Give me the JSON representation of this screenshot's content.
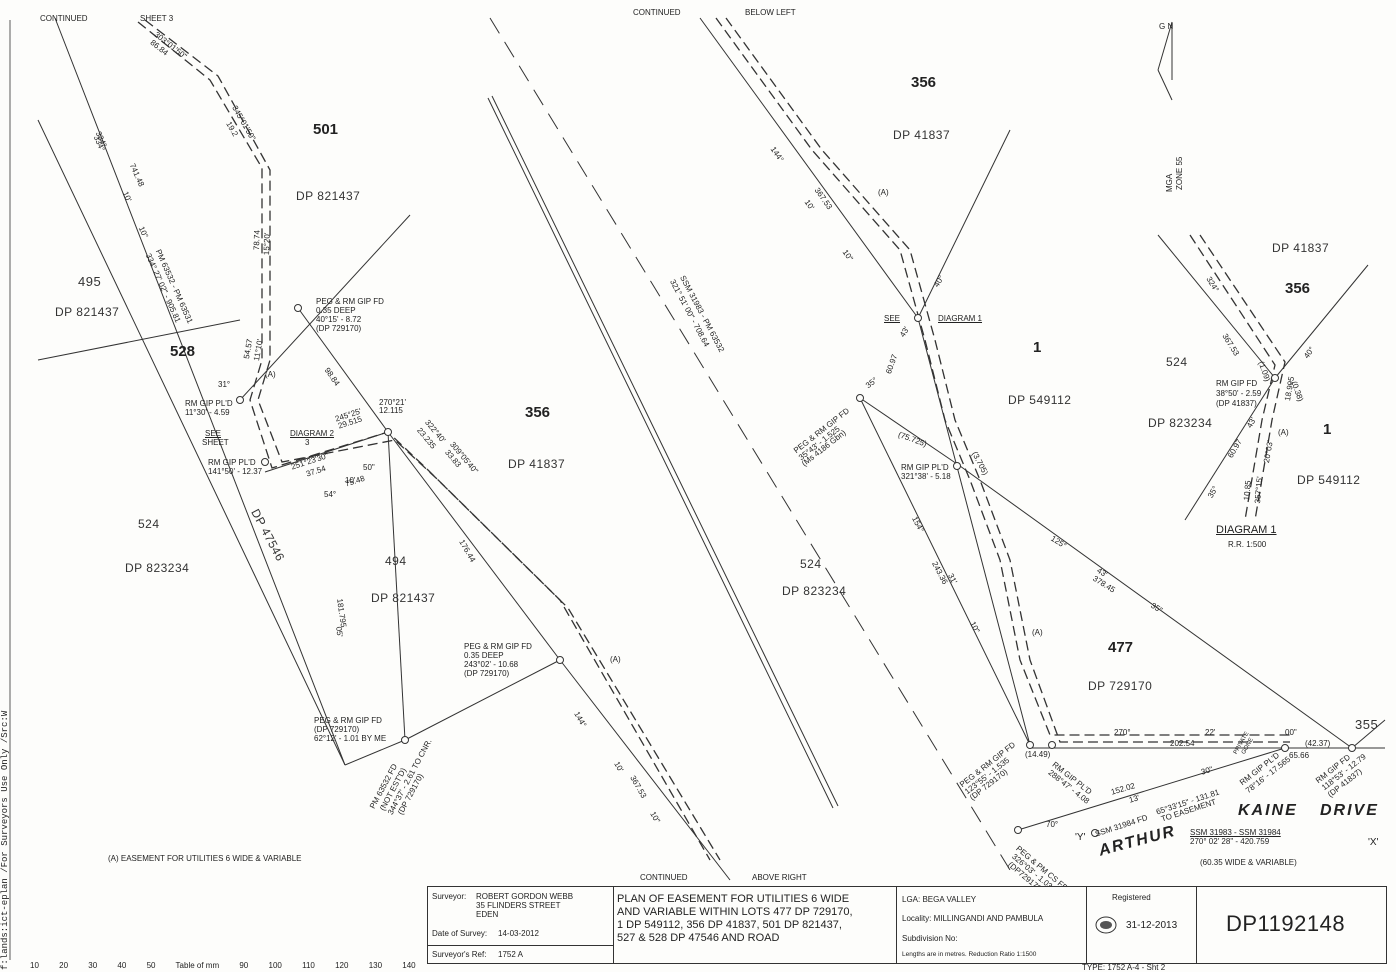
{
  "header": {
    "continued_top_left": "CONTINUED",
    "sheet3": "SHEET 3",
    "continued_top_mid": "CONTINUED",
    "below_left": "BELOW LEFT",
    "continued_bottom": "CONTINUED",
    "above_right": "ABOVE RIGHT"
  },
  "lots": {
    "l501": "501",
    "l501_dp": "DP 821437",
    "l495": "495",
    "l495_dp": "DP 821437",
    "l528": "528",
    "l524a": "524",
    "l524a_dp": "DP 823234",
    "l47546": "DP 47546",
    "l494": "494",
    "l494_dp": "DP 821437",
    "l356a": "356",
    "l356a_dp": "DP 41837",
    "l524b": "524",
    "l524b_dp": "DP 823234",
    "l356b": "356",
    "l356b_dp": "DP 41837",
    "l1": "1",
    "l1_dp": "DP 549112",
    "l477": "477",
    "l477_dp": "DP 729170",
    "l355": "355",
    "d_41837": "DP 41837",
    "d_356": "356",
    "d_524": "524",
    "d_823234": "DP 823234",
    "d_1": "1",
    "d_549112": "DP 549112"
  },
  "roads": {
    "kaine": "KAINE",
    "drive": "DRIVE",
    "arthur": "ARTHUR"
  },
  "marks": {
    "peg1": "PEG & RM GIP FD",
    "peg1b": "0.35 DEEP",
    "peg1c": "40°15' - 8.72",
    "peg1d": "(DP 729170)",
    "rm1": "RM GIP PL'D",
    "rm1b": "11°30' - 4.59",
    "rm2": "RM GIP PL'D",
    "rm2b": "141°50' - 12.37",
    "see_sheet": "SEE",
    "see_sheet2": "SHEET",
    "diag2": "DIAGRAM 2",
    "diag2b": "3",
    "peg2": "PEG & RM GIP FD",
    "peg2b": "0.35 DEEP",
    "peg2c": "243°02' - 10.68",
    "peg2d": "(DP 729170)",
    "peg3": "PEG & RM GIP FD",
    "peg3b": "(DP 729170)",
    "peg3c": "62°12' - 1.01 BY ME",
    "pm": "PM 63532 FD",
    "pm2": "(NOT EST'D)",
    "pm3": "344°37' - 2.61 TO CNR.",
    "pm4": "(DP 729170)",
    "peg4": "PEG & RM GIP FD",
    "peg4b": "35°43' - 1.525",
    "peg4c": "(Ms 4186 Gbn)",
    "see": "SEE",
    "diag1": "DIAGRAM 1",
    "rm3": "RM GIP PL'D",
    "rm3b": "321°38' - 5.18",
    "peg5": "PEG & RM GIP FD",
    "peg5b": "123°55' - 1.535",
    "peg5c": "(DP 729170)",
    "rm4": "RM GIP PL'D",
    "rm4b": "288°47' - 4.08",
    "rm5": "RM GIP PL'D",
    "rm5b": "78°16' - 17.565",
    "rm6": "RM GIP FD",
    "rm6b": "118°53' - 12.79",
    "rm6c": "(DP 41837)",
    "ssm": "SSM 31984 FD",
    "to_ease": "65°33'15\" - 131.81",
    "to_ease2": "TO EASEMENT",
    "pegcs": "PEG & PM CS FD",
    "pegcs2": "326°03' - 1.03",
    "pegcs3": "(DP729170)",
    "ssm_line": "SSM 31983 - SSM 31984",
    "ssm_line2": "270° 02' 28\" - 420.759",
    "road_width": "(60.35 WIDE & VARIABLE)",
    "x": "'X'",
    "y": "'Y'",
    "d_rm": "RM GIP FD",
    "d_rm2": "38°50' - 2.59",
    "d_rm3": "(DP 41837)",
    "diag1_title": "DIAGRAM 1",
    "diag1_rr": "R.R. 1:500",
    "ssm_diag": "SSM 31983 - PM 63532",
    "ssm_diag2": "321° 51' 00\" - 708.64",
    "pm_left": "PM 63532 - PM 63531",
    "pm_left2": "334° 27' 02\" - 905.81",
    "d_741": "334°",
    "d_741b": "741.48",
    "mga": "MGA",
    "zone": "ZONE 55",
    "gn": "G N",
    "easement": "(A)  EASEMENT FOR UTILITIES 6 WIDE & VARIABLE"
  },
  "dims": {
    "d1": "303°01'50\"",
    "d1b": "86.84",
    "d2": "345°01'50\"",
    "d2b": "19.2",
    "d3": "78.74",
    "d3b": "15°20'",
    "d4": "54.57",
    "d4b": "11°10'",
    "d5": "98.84",
    "d6": "270°21'",
    "d6b": "12.115",
    "d7": "245°25'",
    "d7b": "29.515",
    "d8": "251°23'30\"",
    "d8b": "37.54",
    "d9": "75.48",
    "d9b": "10'",
    "d10": "50\"",
    "d11": "54°",
    "d12": "31°",
    "d13": "322°40'",
    "d13b": "23.235",
    "d14": "309°05'40\"",
    "d14b": "33.83",
    "d15": "176.44",
    "d16": "181.795",
    "d17": "05'",
    "d18": "144°",
    "d19": "10'",
    "d20": "367.53",
    "d21": "10\"",
    "d22": "35°",
    "d23": "60.97",
    "d24": "(75.725)",
    "d25": "(3.705)",
    "d26": "154°",
    "d27": "243.36",
    "d28": "31'",
    "d29": "10\"",
    "d30": "125°",
    "d31": "43'",
    "d32": "378.45",
    "d33": "35\"",
    "d34": "270°",
    "d35": "22'",
    "d36": "00\"",
    "d37": "202.54",
    "d38": "(42.37)",
    "d39": "65.66",
    "d40": "(14.49)",
    "d41": "152.02",
    "d42": "13'",
    "d43": "30\"",
    "d44": "70°",
    "d45": "144°",
    "d46": "10'",
    "d47": "367.53",
    "d48": "10\"",
    "d49": "40°",
    "d50": "43'",
    "d51": "334°",
    "d52": "10'",
    "d53": "10\"",
    "d54": "324°",
    "d55": "367.53",
    "d56": "60.97",
    "d57": "35°",
    "d58": "43'",
    "d59": "40°",
    "d60": "(1.09)",
    "d61": "(0.38)",
    "d62": "18.995",
    "d63": "10.85",
    "d64": "357°15'",
    "d65": "20°03'",
    "d66": "PRIVATE",
    "d67": "GONE",
    "a": "(A)"
  },
  "title_block": {
    "surveyor_label": "Surveyor:",
    "surveyor": "ROBERT GORDON WEBB",
    "addr1": "35 FLINDERS STREET",
    "addr2": "EDEN",
    "date_label": "Date of Survey:",
    "date": "14-03-2012",
    "ref_label": "Surveyor's Ref:",
    "ref": "1752 A",
    "plan_title_1": "PLAN OF EASEMENT FOR UTILITIES 6 WIDE",
    "plan_title_2": "AND VARIABLE WITHIN LOTS 477 DP 729170,",
    "plan_title_3": "1 DP 549112, 356 DP 41837, 501 DP 821437,",
    "plan_title_4": "527 & 528 DP 47546 AND ROAD",
    "lga": "LGA: BEGA VALLEY",
    "locality": "Locality: MILLINGANDI AND PAMBULA",
    "subdivision": "Subdivision No:",
    "lengths": "Lengths are in metres.   Reduction Ratio 1:1500",
    "registered": "Registered",
    "reg_date": "31-12-2013",
    "dp_number": "DP1192148",
    "type": "TYPE: 1752 A-4 - Sht 2"
  },
  "side_text": "f:lands:ict-eplan /For Surveyors Use Only /Src:W",
  "scale": [
    "10",
    "20",
    "30",
    "40",
    "50",
    "Table of mm",
    "90",
    "100",
    "110",
    "120",
    "130",
    "140"
  ],
  "colors": {
    "ink": "#222222",
    "paper": "#fdfdfb"
  }
}
